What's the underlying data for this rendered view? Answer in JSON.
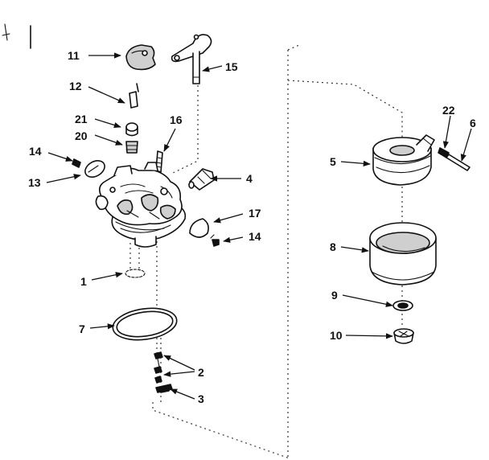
{
  "callouts": {
    "c11": "11",
    "c12": "12",
    "c21": "21",
    "c20": "20",
    "c14a": "14",
    "c13": "13",
    "c16": "16",
    "c15": "15",
    "c4": "4",
    "c17": "17",
    "c14b": "14",
    "c1": "1",
    "c7": "7",
    "c2": "2",
    "c3": "3",
    "c5": "5",
    "c22": "22",
    "c6": "6",
    "c8": "8",
    "c9": "9",
    "c10": "10"
  }
}
